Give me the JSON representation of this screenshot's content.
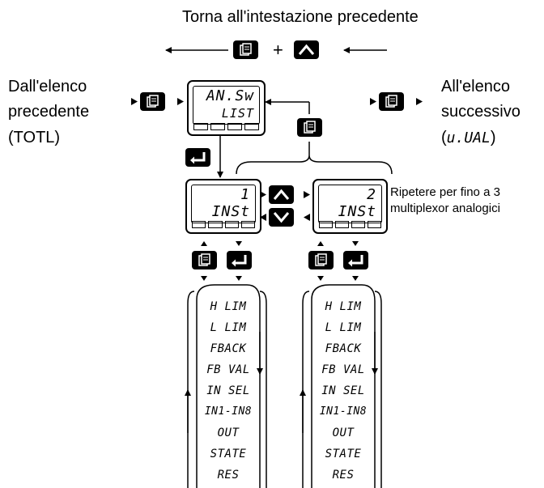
{
  "header": {
    "title": "Torna all'intestazione precedente",
    "plus": "+"
  },
  "left_label": {
    "line1": "Dall'elenco",
    "line2": "precedente",
    "line3": "(TOTL)"
  },
  "right_label": {
    "line1": "All'elenco",
    "line2": "successivo",
    "line3_code": "u.UAL",
    "line3_paren_open": "(",
    "line3_paren_close": ")"
  },
  "repeat_note": {
    "line1": "Ripetere per fino a 3",
    "line2": "multiplexor analogici"
  },
  "top_display": {
    "line1": "AN.Sw",
    "line2": "LIST"
  },
  "display_1": {
    "line1": "1",
    "line2": "INSt"
  },
  "display_2": {
    "line1": "2",
    "line2": "INSt"
  },
  "params_1": [
    "H LIM",
    "L LIM",
    "FBACK",
    "FB VAL",
    "IN SEL",
    "IN1-IN8",
    "OUT",
    "STATE",
    "RES"
  ],
  "params_2": [
    "H LIM",
    "L LIM",
    "FBACK",
    "FB VAL",
    "IN SEL",
    "IN1-IN8",
    "OUT",
    "STATE",
    "RES"
  ],
  "icons": [
    "page-icon",
    "up-icon",
    "down-icon",
    "enter-icon"
  ],
  "colors": {
    "ink": "#000000",
    "background": "#ffffff"
  }
}
